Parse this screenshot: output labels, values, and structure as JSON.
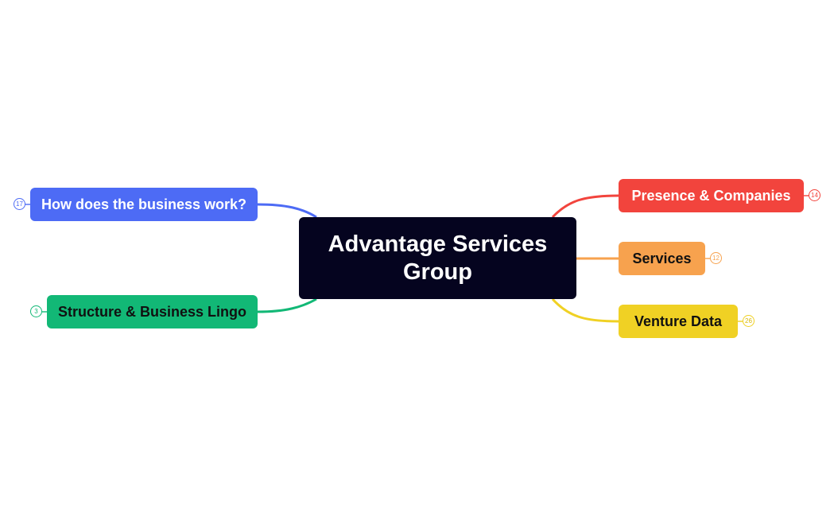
{
  "central_topic": {
    "label": "Advantage Services Group",
    "color": "#05041f"
  },
  "branches": {
    "presence": {
      "label": "Presence & Companies",
      "count": "14",
      "color": "#f2443d"
    },
    "services": {
      "label": "Services",
      "count": "12",
      "color": "#f7a24e"
    },
    "venture": {
      "label": "Venture Data",
      "count": "26",
      "color": "#f0d124"
    },
    "how": {
      "label": "How does the business work?",
      "count": "17",
      "color": "#4d6bf5"
    },
    "structure": {
      "label": "Structure & Business Lingo",
      "count": "3",
      "color": "#12b876"
    }
  }
}
